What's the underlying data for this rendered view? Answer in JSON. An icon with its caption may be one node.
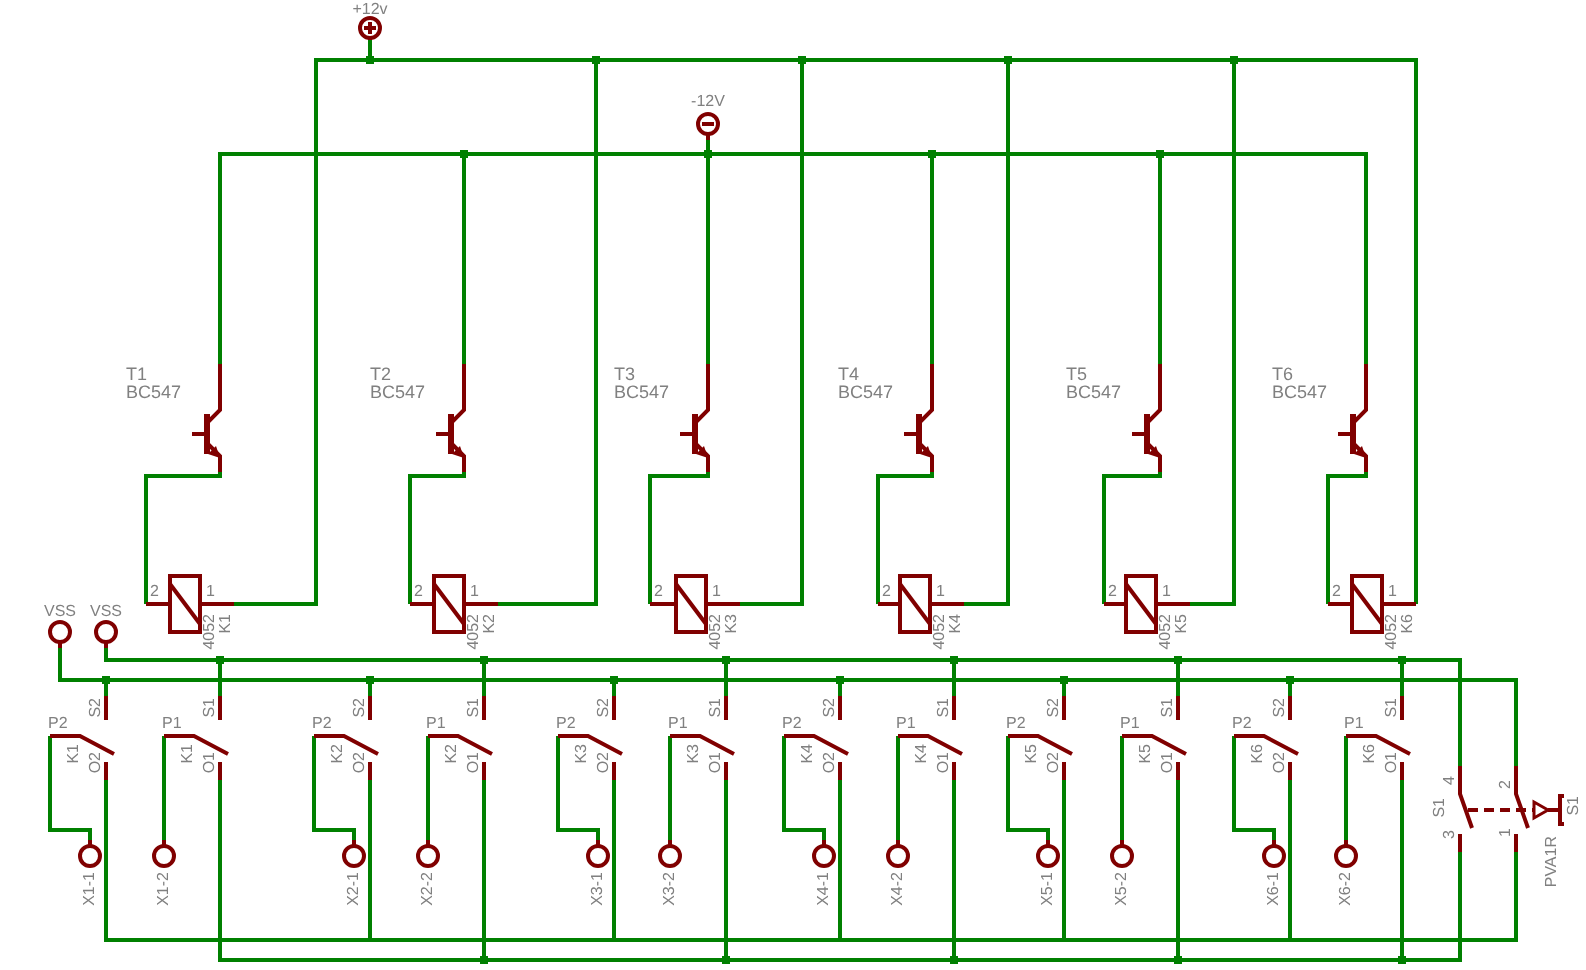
{
  "diagram": {
    "nodes": [
      {
        "text": [
          "+12v"
        ]
      },
      {
        "text": [
          "-12V"
        ]
      },
      {
        "text": [
          "T1",
          "BC547"
        ]
      },
      {
        "text": [
          "T2",
          "BC547"
        ]
      },
      {
        "text": [
          "T3",
          "BC547"
        ]
      },
      {
        "text": [
          "T4",
          "BC547"
        ]
      },
      {
        "text": [
          "T5",
          "BC547"
        ]
      },
      {
        "text": [
          "T6",
          "BC547"
        ]
      },
      {
        "text": [
          "2",
          "1",
          "4052",
          "K1"
        ]
      },
      {
        "text": [
          "2",
          "1",
          "4052",
          "K2"
        ]
      },
      {
        "text": [
          "2",
          "1",
          "4052",
          "K3"
        ]
      },
      {
        "text": [
          "2",
          "1",
          "4052",
          "K4"
        ]
      },
      {
        "text": [
          "2",
          "1",
          "4052",
          "K5"
        ]
      },
      {
        "text": [
          "2",
          "1",
          "4052",
          "K6"
        ]
      },
      {
        "text": [
          "VSS"
        ]
      },
      {
        "text": [
          "VSS"
        ]
      },
      {
        "text": [
          "S2",
          "P2",
          "K1",
          "O2"
        ]
      },
      {
        "text": [
          "S1",
          "P1",
          "K1",
          "O1"
        ]
      },
      {
        "text": [
          "S2",
          "P2",
          "K2",
          "O2"
        ]
      },
      {
        "text": [
          "S1",
          "P1",
          "K2",
          "O1"
        ]
      },
      {
        "text": [
          "S2",
          "P2",
          "K3",
          "O2"
        ]
      },
      {
        "text": [
          "S1",
          "P1",
          "K3",
          "O1"
        ]
      },
      {
        "text": [
          "S2",
          "P2",
          "K4",
          "O2"
        ]
      },
      {
        "text": [
          "S1",
          "P1",
          "K4",
          "O1"
        ]
      },
      {
        "text": [
          "S2",
          "P2",
          "K5",
          "O2"
        ]
      },
      {
        "text": [
          "S1",
          "P1",
          "K5",
          "O1"
        ]
      },
      {
        "text": [
          "S2",
          "P2",
          "K6",
          "O2"
        ]
      },
      {
        "text": [
          "S1",
          "P1",
          "K6",
          "O1"
        ]
      },
      {
        "text": [
          "X1-1"
        ]
      },
      {
        "text": [
          "X1-2"
        ]
      },
      {
        "text": [
          "X2-1"
        ]
      },
      {
        "text": [
          "X2-2"
        ]
      },
      {
        "text": [
          "X3-1"
        ]
      },
      {
        "text": [
          "X3-2"
        ]
      },
      {
        "text": [
          "X4-1"
        ]
      },
      {
        "text": [
          "X4-2"
        ]
      },
      {
        "text": [
          "X5-1"
        ]
      },
      {
        "text": [
          "X5-2"
        ]
      },
      {
        "text": [
          "X6-1"
        ]
      },
      {
        "text": [
          "X6-2"
        ]
      },
      {
        "text": [
          "S1",
          "4",
          "3",
          "2",
          "1",
          "PVA1R",
          "S1"
        ]
      }
    ],
    "edges": [
      {
        "from": 0,
        "to": 8,
        "arrow": "none"
      },
      {
        "from": 0,
        "to": 9,
        "arrow": "none"
      },
      {
        "from": 0,
        "to": 10,
        "arrow": "none"
      },
      {
        "from": 0,
        "to": 11,
        "arrow": "none"
      },
      {
        "from": 0,
        "to": 12,
        "arrow": "none"
      },
      {
        "from": 0,
        "to": 13,
        "arrow": "none"
      },
      {
        "from": 1,
        "to": 2,
        "arrow": "none"
      },
      {
        "from": 1,
        "to": 3,
        "arrow": "none"
      },
      {
        "from": 1,
        "to": 4,
        "arrow": "none"
      },
      {
        "from": 1,
        "to": 5,
        "arrow": "none"
      },
      {
        "from": 1,
        "to": 6,
        "arrow": "none"
      },
      {
        "from": 1,
        "to": 7,
        "arrow": "none"
      },
      {
        "from": 2,
        "to": 8,
        "arrow": "none"
      },
      {
        "from": 3,
        "to": 9,
        "arrow": "none"
      },
      {
        "from": 4,
        "to": 10,
        "arrow": "none"
      },
      {
        "from": 5,
        "to": 11,
        "arrow": "none"
      },
      {
        "from": 6,
        "to": 12,
        "arrow": "none"
      },
      {
        "from": 7,
        "to": 13,
        "arrow": "none"
      },
      {
        "from": 14,
        "to": 16,
        "arrow": "none"
      },
      {
        "from": 14,
        "to": 18,
        "arrow": "none"
      },
      {
        "from": 14,
        "to": 20,
        "arrow": "none"
      },
      {
        "from": 14,
        "to": 22,
        "arrow": "none"
      },
      {
        "from": 14,
        "to": 24,
        "arrow": "none"
      },
      {
        "from": 14,
        "to": 26,
        "arrow": "none"
      },
      {
        "from": 14,
        "to": 40,
        "arrow": "none"
      },
      {
        "from": 15,
        "to": 17,
        "arrow": "none"
      },
      {
        "from": 15,
        "to": 19,
        "arrow": "none"
      },
      {
        "from": 15,
        "to": 21,
        "arrow": "none"
      },
      {
        "from": 15,
        "to": 23,
        "arrow": "none"
      },
      {
        "from": 15,
        "to": 25,
        "arrow": "none"
      },
      {
        "from": 15,
        "to": 27,
        "arrow": "none"
      },
      {
        "from": 15,
        "to": 40,
        "arrow": "none"
      },
      {
        "from": 16,
        "to": 28,
        "arrow": "none"
      },
      {
        "from": 17,
        "to": 29,
        "arrow": "none"
      },
      {
        "from": 18,
        "to": 30,
        "arrow": "none"
      },
      {
        "from": 19,
        "to": 31,
        "arrow": "none"
      },
      {
        "from": 20,
        "to": 32,
        "arrow": "none"
      },
      {
        "from": 21,
        "to": 33,
        "arrow": "none"
      },
      {
        "from": 22,
        "to": 34,
        "arrow": "none"
      },
      {
        "from": 23,
        "to": 35,
        "arrow": "none"
      },
      {
        "from": 24,
        "to": 36,
        "arrow": "none"
      },
      {
        "from": 25,
        "to": 37,
        "arrow": "none"
      },
      {
        "from": 26,
        "to": 38,
        "arrow": "none"
      },
      {
        "from": 27,
        "to": 39,
        "arrow": "none"
      },
      {
        "from": 16,
        "to": 40,
        "arrow": "none"
      },
      {
        "from": 18,
        "to": 40,
        "arrow": "none"
      },
      {
        "from": 20,
        "to": 40,
        "arrow": "none"
      },
      {
        "from": 22,
        "to": 40,
        "arrow": "none"
      },
      {
        "from": 24,
        "to": 40,
        "arrow": "none"
      },
      {
        "from": 26,
        "to": 40,
        "arrow": "none"
      },
      {
        "from": 17,
        "to": 40,
        "arrow": "none"
      },
      {
        "from": 19,
        "to": 40,
        "arrow": "none"
      },
      {
        "from": 21,
        "to": 40,
        "arrow": "none"
      },
      {
        "from": 23,
        "to": 40,
        "arrow": "none"
      },
      {
        "from": 25,
        "to": 40,
        "arrow": "none"
      },
      {
        "from": 27,
        "to": 40,
        "arrow": "none"
      }
    ]
  }
}
